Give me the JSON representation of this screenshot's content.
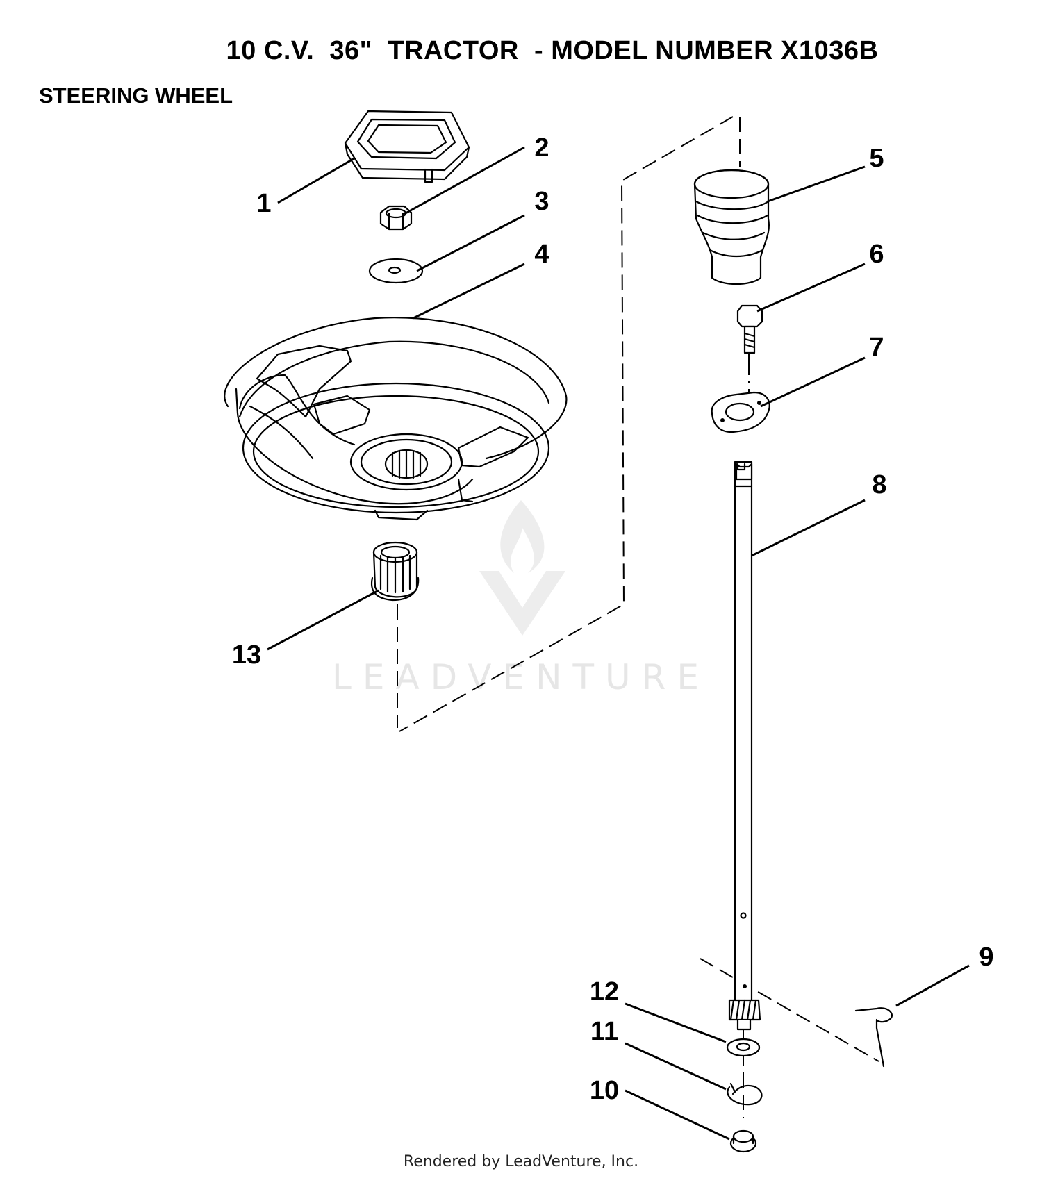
{
  "page": {
    "title": "10 C.V.  36\"  TRACTOR  - MODEL NUMBER X1036B",
    "section": "STEERING WHEEL",
    "footer": "Rendered by LeadVenture, Inc."
  },
  "watermark": {
    "text": "LEADVENTURE",
    "icon": "flame-v-logo-icon"
  },
  "callouts": [
    {
      "number": "1",
      "part": "steering-cap"
    },
    {
      "number": "2",
      "part": "nut"
    },
    {
      "number": "3",
      "part": "washer"
    },
    {
      "number": "4",
      "part": "steering-wheel"
    },
    {
      "number": "5",
      "part": "boot"
    },
    {
      "number": "6",
      "part": "bolt"
    },
    {
      "number": "7",
      "part": "flange-plate"
    },
    {
      "number": "8",
      "part": "steering-shaft"
    },
    {
      "number": "9",
      "part": "clip"
    },
    {
      "number": "10",
      "part": "cap"
    },
    {
      "number": "11",
      "part": "snap-ring"
    },
    {
      "number": "12",
      "part": "washer-small"
    },
    {
      "number": "13",
      "part": "splined-adapter"
    }
  ]
}
